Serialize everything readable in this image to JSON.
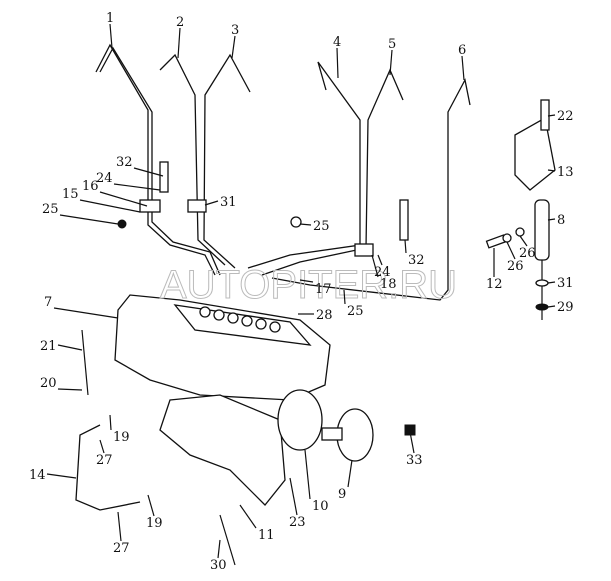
{
  "watermark": "AUTOPITER.RU",
  "callouts": [
    "1",
    "2",
    "3",
    "4",
    "5",
    "6",
    "22",
    "13",
    "8",
    "31",
    "29",
    "12",
    "26",
    "26",
    "32",
    "24",
    "16",
    "15",
    "25",
    "31",
    "25",
    "17",
    "28",
    "25",
    "18",
    "24",
    "32",
    "7",
    "21",
    "20",
    "19",
    "27",
    "14",
    "19",
    "27",
    "30",
    "11",
    "23",
    "10",
    "9",
    "33"
  ]
}
